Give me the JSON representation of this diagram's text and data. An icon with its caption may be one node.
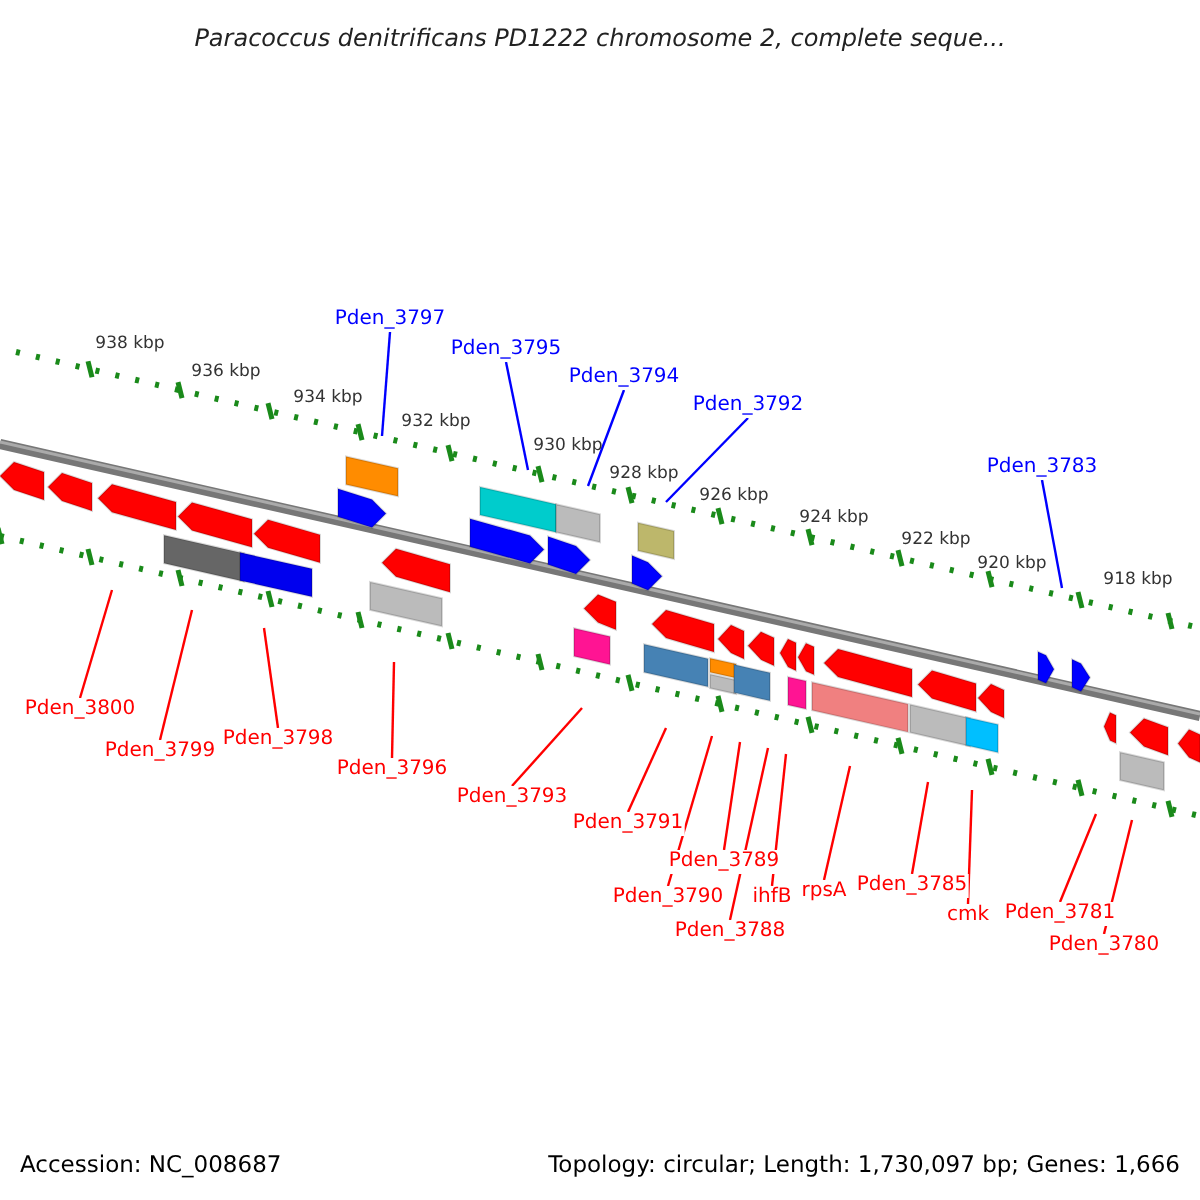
{
  "diagram": {
    "title": "Paracoccus denitrificans PD1222 chromosome 2, complete seque...",
    "nodes": [
      {
        "text": [
          "Pden_3797"
        ]
      },
      {
        "text": [
          "Pden_3795"
        ]
      },
      {
        "text": [
          "Pden_3794"
        ]
      },
      {
        "text": [
          "Pden_3792"
        ]
      },
      {
        "text": [
          "Pden_3783"
        ]
      },
      {
        "text": [
          "Pden_3800"
        ]
      },
      {
        "text": [
          "Pden_3799"
        ]
      },
      {
        "text": [
          "Pden_3798"
        ]
      },
      {
        "text": [
          "Pden_3796"
        ]
      },
      {
        "text": [
          "Pden_3793"
        ]
      },
      {
        "text": [
          "Pden_3791"
        ]
      },
      {
        "text": [
          "Pden_3789"
        ]
      },
      {
        "text": [
          "Pden_3790"
        ]
      },
      {
        "text": [
          "ihfB"
        ]
      },
      {
        "text": [
          "Pden_3788"
        ]
      },
      {
        "text": [
          "rpsA"
        ]
      },
      {
        "text": [
          "Pden_3785"
        ]
      },
      {
        "text": [
          "cmk"
        ]
      },
      {
        "text": [
          "Pden_3781"
        ]
      },
      {
        "text": [
          "Pden_3780"
        ]
      }
    ],
    "edges": [
      {
        "from": 0,
        "to": null,
        "arrow": "none",
        "color": "#0000ff"
      },
      {
        "from": 1,
        "to": null,
        "arrow": "none",
        "color": "#0000ff"
      },
      {
        "from": 2,
        "to": null,
        "arrow": "none",
        "color": "#0000ff"
      },
      {
        "from": 3,
        "to": null,
        "arrow": "none",
        "color": "#0000ff"
      },
      {
        "from": 4,
        "to": null,
        "arrow": "none",
        "color": "#0000ff"
      },
      {
        "from": 5,
        "to": null,
        "arrow": "none"
      },
      {
        "from": 6,
        "to": null,
        "arrow": "none"
      },
      {
        "from": 7,
        "to": null,
        "arrow": "none"
      },
      {
        "from": 8,
        "to": null,
        "arrow": "none"
      },
      {
        "from": 9,
        "to": null,
        "arrow": "none"
      },
      {
        "from": 10,
        "to": null,
        "arrow": "none"
      },
      {
        "from": 11,
        "to": null,
        "arrow": "none"
      },
      {
        "from": 12,
        "to": null,
        "arrow": "none"
      },
      {
        "from": 13,
        "to": null,
        "arrow": "none"
      },
      {
        "from": 14,
        "to": null,
        "arrow": "none"
      },
      {
        "from": 15,
        "to": null,
        "arrow": "none"
      },
      {
        "from": 16,
        "to": null,
        "arrow": "none"
      },
      {
        "from": 17,
        "to": null,
        "arrow": "none"
      },
      {
        "from": 18,
        "to": null,
        "arrow": "none"
      },
      {
        "from": 19,
        "to": null,
        "arrow": "none"
      }
    ],
    "labels": [
      "938 kbp",
      "936 kbp",
      "934 kbp",
      "932 kbp",
      "930 kbp",
      "928 kbp",
      "926 kbp",
      "924 kbp",
      "922 kbp",
      "920 kbp",
      "918 kbp",
      "Accession: NC_008687",
      "Topology: circular; Length: 1,730,097 bp; Genes: 1,666"
    ]
  }
}
